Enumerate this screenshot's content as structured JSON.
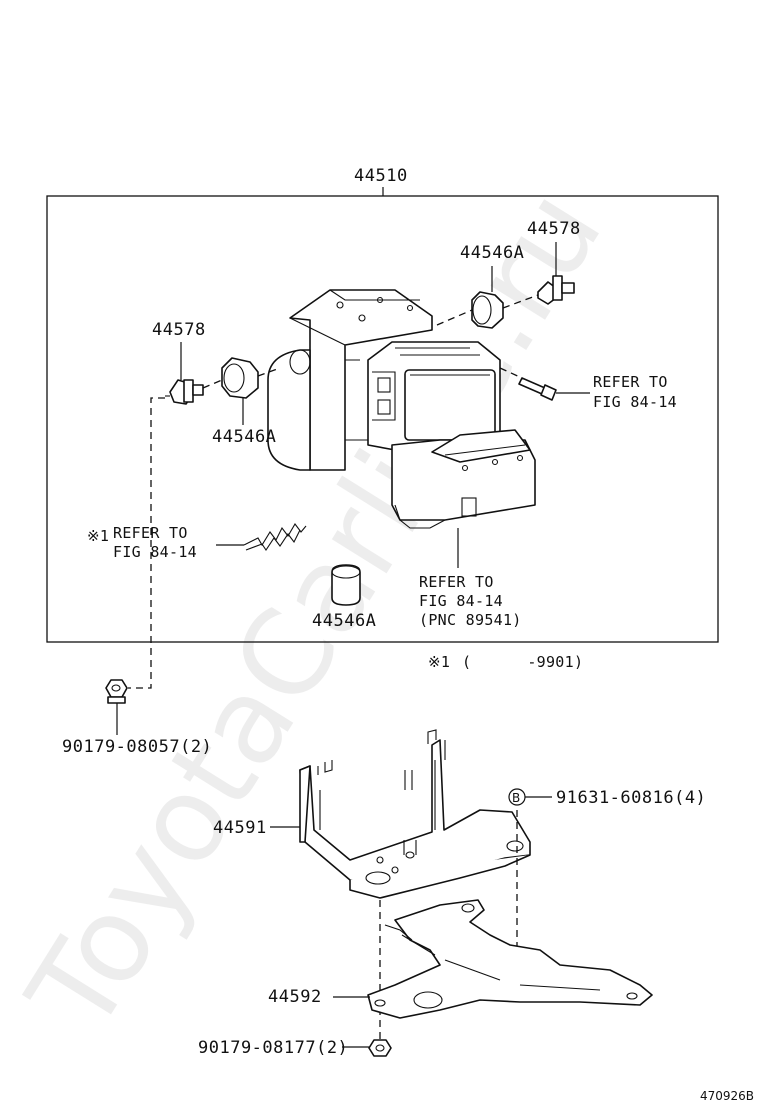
{
  "labels": {
    "assembly": "44510",
    "bolt_right": "44578",
    "bolt_left": "44578",
    "cushion_right": "44546A",
    "cushion_left": "44546A",
    "cushion_bottom": "44546A",
    "refer_right_1": "REFER TO",
    "refer_right_2": "FIG 84-14",
    "refer_left_mark": "※1",
    "refer_left_1": "REFER TO",
    "refer_left_2": "FIG 84-14",
    "refer_bottom_1": "REFER TO",
    "refer_bottom_2": "FIG 84-14",
    "refer_bottom_3": "(PNC 89541)",
    "footnote_mark": "※1",
    "footnote_text": "(      -9901)",
    "nut_top": "90179-08057(2)",
    "bracket": "44591",
    "bolt_b_marker": "B",
    "bolt_b": "91631-60816(4)",
    "plate": "44592",
    "nut_bottom": "90179-08177(2)",
    "figure_number": "470926B"
  },
  "watermark": "ToyotaCarline.ru",
  "colors": {
    "line": "#111111",
    "background": "#ffffff",
    "watermark": "#000000"
  }
}
